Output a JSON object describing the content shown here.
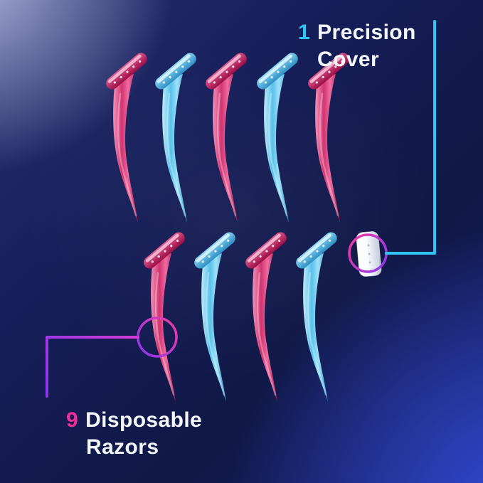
{
  "scene": {
    "background": {
      "top_left_glow": "#aab2e0",
      "base_navy": "#121a4e",
      "bottom_right_glow": "#3448d8"
    }
  },
  "annotations": {
    "precision_cover": {
      "count": "1",
      "label_line1": "Precision",
      "label_line2": "Cover",
      "count_color": "#2fc6f7",
      "line_color": "#2fc6f7",
      "ring_colors": [
        "#ef3aa4",
        "#8d36f0"
      ]
    },
    "disposable_razors": {
      "count": "9",
      "label_line1": "Disposable",
      "label_line2": "Razors",
      "count_color": "#ee2f9d",
      "line_colors": [
        "#d43ad6",
        "#8d36f0"
      ],
      "ring_colors": [
        "#ef3aa4",
        "#8d36f0"
      ]
    }
  },
  "products": {
    "razor_rows": [
      {
        "name": "top-row",
        "colors": [
          "pink",
          "blue",
          "pink",
          "blue",
          "pink"
        ]
      },
      {
        "name": "bottom-row",
        "colors": [
          "pink",
          "blue",
          "pink",
          "blue"
        ]
      }
    ],
    "razor_palette": {
      "pink": {
        "light": "#f293bb",
        "base": "#d23470",
        "sheen": "#ee6ca0",
        "dark": "#a91550",
        "head_light": "#e05a92",
        "head_dark": "#9c0f46",
        "strip": "#f5bcd6"
      },
      "blue": {
        "light": "#bfeafa",
        "base": "#58c1ea",
        "sheen": "#9fe1f7",
        "dark": "#2e94c9",
        "head_light": "#8ed8f4",
        "head_dark": "#2f8fc4",
        "strip": "#dbf4fd"
      }
    },
    "cover": {
      "fill": "#edf1f8"
    }
  }
}
